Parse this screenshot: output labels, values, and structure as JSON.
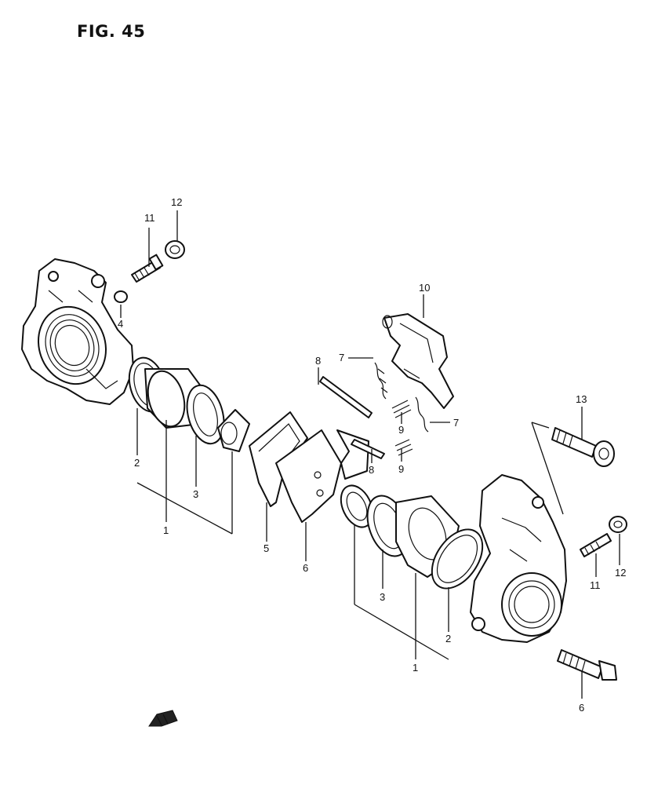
{
  "figure": {
    "title": "FIG. 45"
  },
  "callouts": [
    {
      "id": "c11a",
      "label": "11"
    },
    {
      "id": "c12a",
      "label": "12"
    },
    {
      "id": "c4",
      "label": "4"
    },
    {
      "id": "c10",
      "label": "10"
    },
    {
      "id": "c8a",
      "label": "8"
    },
    {
      "id": "c7a",
      "label": "7"
    },
    {
      "id": "c7b",
      "label": "7"
    },
    {
      "id": "c9a",
      "label": "9"
    },
    {
      "id": "c9b",
      "label": "9"
    },
    {
      "id": "c8b",
      "label": "8"
    },
    {
      "id": "c13",
      "label": "13"
    },
    {
      "id": "c2a",
      "label": "2"
    },
    {
      "id": "c3a",
      "label": "3"
    },
    {
      "id": "c1a",
      "label": "1"
    },
    {
      "id": "c5",
      "label": "5"
    },
    {
      "id": "c6a",
      "label": "6"
    },
    {
      "id": "c3b",
      "label": "3"
    },
    {
      "id": "c2b",
      "label": "2"
    },
    {
      "id": "c1b",
      "label": "1"
    },
    {
      "id": "c11b",
      "label": "11"
    },
    {
      "id": "c12b",
      "label": "12"
    },
    {
      "id": "c6b",
      "label": "6"
    }
  ],
  "icons": {
    "front_arrow": "front-direction-arrow-icon"
  }
}
